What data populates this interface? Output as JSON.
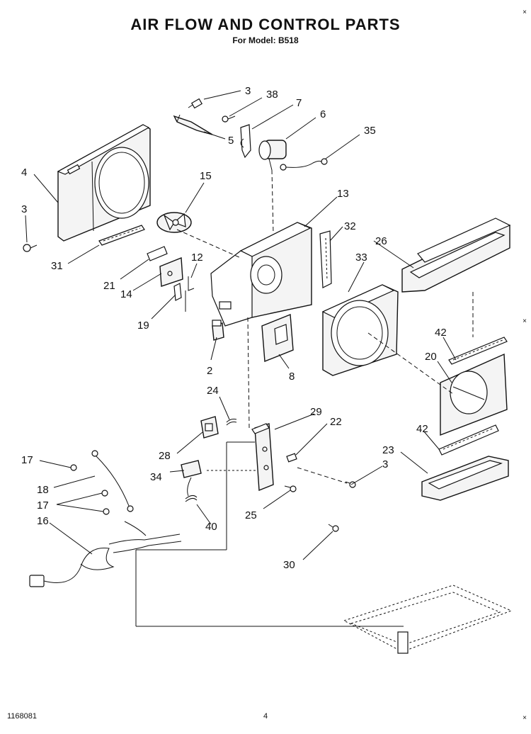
{
  "header": {
    "title": "AIR FLOW AND CONTROL PARTS",
    "subtitle": "For Model: B518"
  },
  "callouts": {
    "c3a": "3",
    "c38": "38",
    "c7": "7",
    "c6": "6",
    "c35": "35",
    "c5": "5",
    "c4": "4",
    "c3b": "3",
    "c15": "15",
    "c13": "13",
    "c32": "32",
    "c26": "26",
    "c33": "33",
    "c31": "31",
    "c12": "12",
    "c21": "21",
    "c14": "14",
    "c19": "19",
    "c2": "2",
    "c8": "8",
    "c42a": "42",
    "c20": "20",
    "c24": "24",
    "c29": "29",
    "c22": "22",
    "c42b": "42",
    "c28": "28",
    "c23": "23",
    "c17a": "17",
    "c3c": "3",
    "c18": "18",
    "c34": "34",
    "c17b": "17",
    "c25": "25",
    "c16": "16",
    "c40": "40",
    "c30": "30"
  },
  "footer": {
    "code": "1168081",
    "page": "4"
  },
  "marks": {
    "top_right": "×",
    "right_mid": "×",
    "bottom_right": "×"
  }
}
